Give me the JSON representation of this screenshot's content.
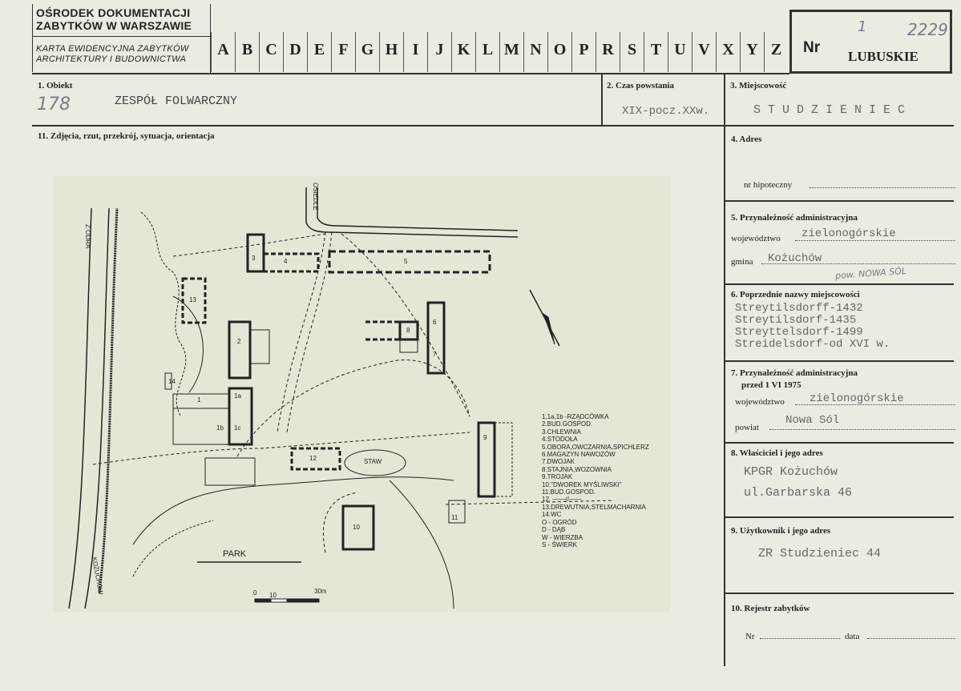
{
  "header": {
    "org_line1": "OŚRODEK DOKUMENTACJI",
    "org_line2": "ZABYTKÓW W WARSZAWIE",
    "card_line1": "KARTA EWIDENCYJNA ZABYTKÓW",
    "card_line2": "ARCHITEKTURY I BUDOWNICTWA",
    "letters": [
      "A",
      "B",
      "C",
      "D",
      "E",
      "F",
      "G",
      "H",
      "I",
      "J",
      "K",
      "L",
      "M",
      "N",
      "O",
      "P",
      "R",
      "S",
      "T",
      "U",
      "V",
      "X",
      "Y",
      "Z"
    ],
    "nr_label": "Nr",
    "nr_hand_1": "1",
    "nr_hand_2": "2229",
    "region": "LUBUSKIE"
  },
  "fields": {
    "obiekt_label": "1. Obiekt",
    "obiekt_hand": "178",
    "obiekt_value": "ZESPÓŁ FOLWARCZNY",
    "czas_label": "2. Czas powstania",
    "czas_value": "XIX-pocz.XXw.",
    "miejsc_label": "3. Miejscowość",
    "miejsc_value": "S T U D Z I E N I E C",
    "zdjecia_label": "11. Zdjęcia, rzut, przekrój, sytuacja, orientacja",
    "adres_label": "4. Adres",
    "hipoteczny_label": "nr hipoteczny",
    "przynal_label": "5. Przynależność administracyjna",
    "woj_label": "województwo",
    "woj_value": "zielonogórskie",
    "gmina_label": "gmina",
    "gmina_value": "Kożuchów",
    "gmina_hand": "pow. NOWA SÓL",
    "poprz_label": "6. Poprzednie nazwy miejscowości",
    "poprz_names": [
      "Streytilsdorff-1432",
      "Streytilsdorf-1435",
      "Streyttelsdorf-1499",
      "Streidelsdorf-od XVI w."
    ],
    "przynal75_label": "7. Przynależność administracyjna",
    "przynal75_sub": "przed 1 VI 1975",
    "woj75_label": "województwo",
    "woj75_value": "zielonogórskie",
    "powiat_label": "powiat",
    "powiat_value": "Nowa Sól",
    "wlasc_label": "8. Właściciel i jego adres",
    "wlasc_line1": "KPGR Kożuchów",
    "wlasc_line2": "ul.Garbarska 46",
    "uzytk_label": "9. Użytkownik i jego adres",
    "uzytk_value": "ZR Studzieniec 44",
    "rejestr_label": "10. Rejestr zabytków",
    "rejestr_nr": "Nr",
    "rejestr_data": "data"
  },
  "plan": {
    "road_label": "OSIEDLE",
    "road_left": "Z ODRA",
    "road_bottom": "KOŻUCHÓW",
    "park_label": "PARK",
    "pond_label": "STAW",
    "scale_0": "0",
    "scale_10": "10",
    "scale_30": "30m",
    "buildings": [
      "1",
      "1a",
      "1b",
      "1c",
      "2",
      "3",
      "4",
      "5",
      "6",
      "7",
      "8",
      "9",
      "10",
      "11",
      "12",
      "13",
      "14"
    ],
    "legend": [
      "1,1a,1b -RZĄDCÓWKA",
      "2.BUD.GOSPOD.",
      "3.CHLEWNIA",
      "4.STODOŁA",
      "5.OBORA,OWCZARNIA,SPICHLERZ",
      "6.MAGAZYN NAWOZÓW",
      "7.DWOJAK",
      "8.STAJNIA,WOZOWNIA",
      "9.TROJAK",
      "10.\"DWOREK MYŚLIWSKI\"",
      "11.BUD.GOSPOD.",
      "12. ——//——",
      "13.DREWUTNIA,STELMACHARNIA",
      "14.WC",
      "O - OGRÓD",
      "D - DĄB",
      "W - WIERZBA",
      "S - ŚWIERK"
    ]
  }
}
